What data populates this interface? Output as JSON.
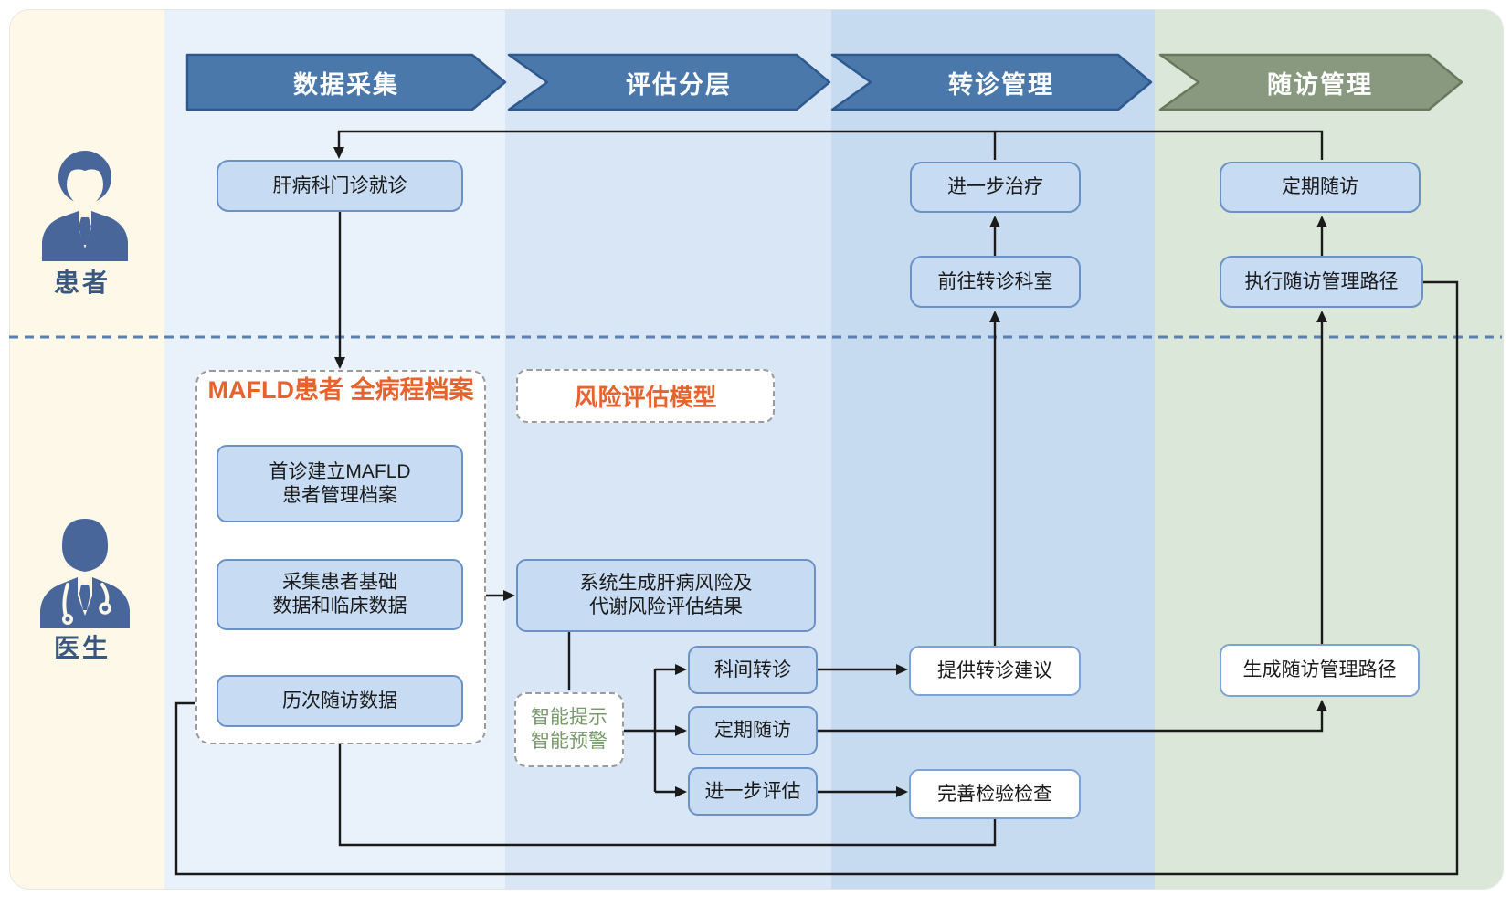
{
  "stages": [
    {
      "label": "数据采集"
    },
    {
      "label": "评估分层"
    },
    {
      "label": "转诊管理"
    },
    {
      "label": "随访管理"
    }
  ],
  "lanes": {
    "patient": {
      "label": "患者"
    },
    "doctor": {
      "label": "医生"
    }
  },
  "patient": {
    "clinic": "肝病科门诊就诊",
    "further_treatment": "进一步治疗",
    "goto_referral_dept": "前往转诊科室",
    "periodic_followup": "定期随访",
    "execute_followup_path": "执行随访管理路径"
  },
  "doctor": {
    "archive_title_line1": "MAFLD患者",
    "archive_title_line2": "全病程档案",
    "first_visit_line1": "首诊建立MAFLD",
    "first_visit_line2": "患者管理档案",
    "collect_line1": "采集患者基础",
    "collect_line2": "数据和临床数据",
    "followup_data": "历次随访数据",
    "risk_model": "风险评估模型",
    "system_result_line1": "系统生成肝病风险及",
    "system_result_line2": "代谢风险评估结果",
    "smart_line1": "智能提示",
    "smart_line2": "智能预警",
    "branch_referral": "科间转诊",
    "branch_followup": "定期随访",
    "branch_assess": "进一步评估",
    "advise_referral": "提供转诊建议",
    "complete_tests": "完善检验检查",
    "generate_path": "生成随访管理路径"
  },
  "colors": {
    "stage_blue": "#4b78ab",
    "stage_blue_border": "#2e598e",
    "stage_green": "#88997f",
    "stage_green_border": "#66795c",
    "band_lane": "#fdf8e7",
    "band_data": "#e9f1fb",
    "band_assess": "#d8e6f5",
    "band_referral": "#c6dbf0",
    "band_followup": "#dbe7d8",
    "node_blue_fill": "#c7dbf2",
    "node_blue_border": "#6a92c6",
    "accent_orange": "#e8622d",
    "accent_green": "#79996c",
    "lane_text": "#3a587f",
    "separator_blue": "#5b7fae",
    "line_black": "#1a1a1a"
  }
}
